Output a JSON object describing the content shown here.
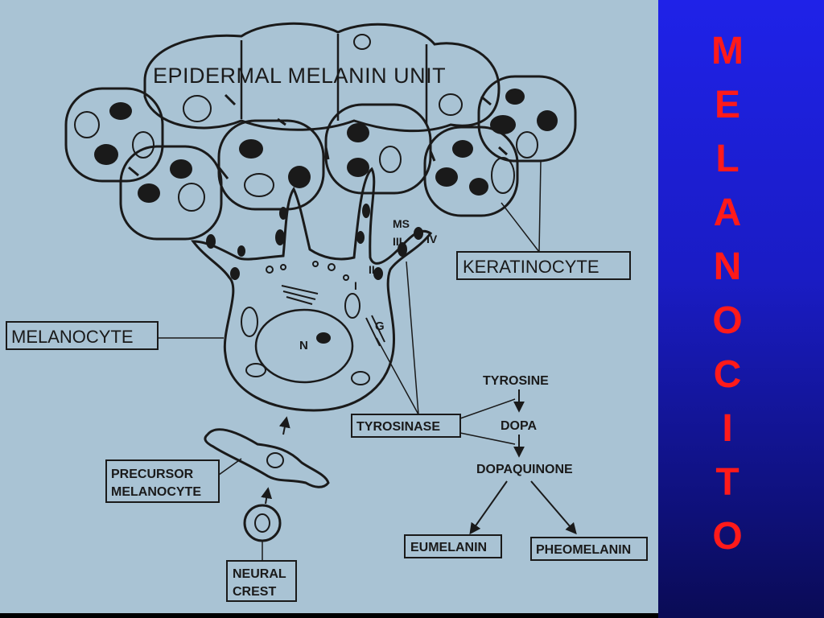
{
  "slide": {
    "title_letters": [
      "M",
      "E",
      "L",
      "A",
      "N",
      "O",
      "C",
      "I",
      "T",
      "O"
    ],
    "colors": {
      "title_text": "#ff1a1a",
      "title_bar": "#1c1fd6",
      "diagram_bg": "#a9c3d4",
      "ink": "#1a1a1a"
    }
  },
  "diagram": {
    "heading": "EPIDERMAL MELANIN UNIT",
    "labels": {
      "keratinocyte": "KERATINOCYTE",
      "melanocyte": "MELANOCYTE",
      "precursor_line1": "PRECURSOR",
      "precursor_line2": "MELANOCYTE",
      "neural_line1": "NEURAL",
      "neural_line2": "CREST",
      "tyrosinase": "TYROSINASE",
      "nucleus": "N",
      "golgi": "G",
      "ms": "MS",
      "stage_ii": "II",
      "stage_iii": "III",
      "stage_iv": "IV",
      "stage_i": "I"
    },
    "pathway": {
      "tyrosine": "TYROSINE",
      "dopa": "DOPA",
      "dopaquinone": "DOPAQUINONE",
      "eumelanin": "EUMELANIN",
      "pheomelanin": "PHEOMELANIN"
    }
  }
}
